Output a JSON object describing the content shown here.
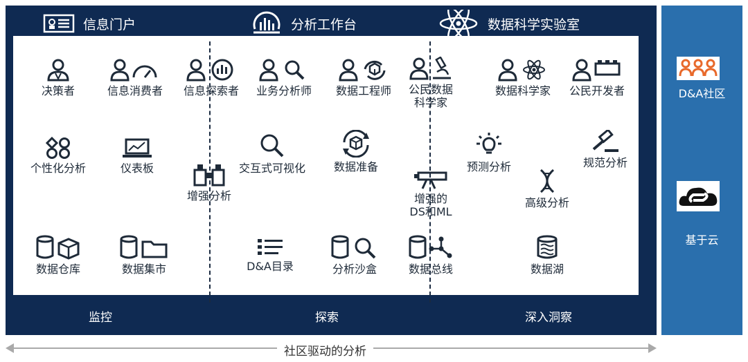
{
  "header": {
    "portal": "信息门户",
    "workbench": "分析工作台",
    "lab": "数据科学实验室"
  },
  "roles": [
    {
      "label": "决策者",
      "icon": "person-decision-icon"
    },
    {
      "label": "信息消费者",
      "icon": "person-gauge-icon"
    },
    {
      "label": "信息探索者",
      "icon": "person-chart-icon"
    },
    {
      "label": "业务分析师",
      "icon": "person-magnifier-icon"
    },
    {
      "label": "数据工程师",
      "icon": "person-cube-icon"
    },
    {
      "label": "公民数据\n科学家",
      "icon": "person-microscope-icon"
    },
    {
      "label": "数据科学家",
      "icon": "person-atom-icon"
    },
    {
      "label": "公民开发者",
      "icon": "person-blocks-icon"
    }
  ],
  "capabilities": {
    "personalized": "个性化分析",
    "dashboard": "仪表板",
    "augmented": "增强分析",
    "interactive_viz": "交互式可视化",
    "data_prep": "数据准备",
    "augmented_ds_ml": "增强的\nDS和ML",
    "predictive": "预测分析",
    "advanced": "高级分析",
    "prescriptive": "规范分析",
    "data_warehouse": "数据仓库",
    "data_mart": "数据集市",
    "catalog": "D&A目录",
    "sandbox": "分析沙盒",
    "data_bus": "数据总线",
    "data_lake": "数据湖"
  },
  "footer": {
    "monitor": "监控",
    "explore": "探索",
    "insight": "深入洞察"
  },
  "side": {
    "community": "D&A社区",
    "cloud": "基于云"
  },
  "bottom": "社区驱动的分析",
  "colors": {
    "navy": "#0f2a52",
    "side_blue": "#2a6fad",
    "icon_dark": "#1e2a38",
    "community_orange": "#e8692b"
  }
}
